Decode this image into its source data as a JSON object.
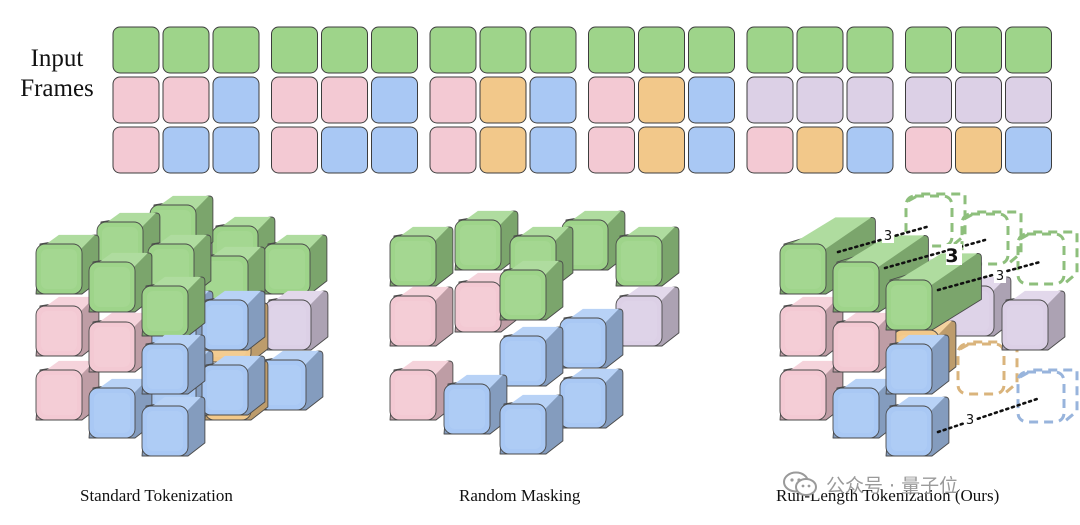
{
  "input_frames": {
    "label_line1": "Input",
    "label_line2": "Frames",
    "colors": {
      "green": "#9ed48a",
      "pink": "#f3c9d3",
      "blue": "#a9c8f4",
      "orange": "#f2c88a",
      "purple": "#dcd0e6"
    },
    "frames": [
      [
        [
          "green",
          "green",
          "green"
        ],
        [
          "pink",
          "pink",
          "blue"
        ],
        [
          "pink",
          "blue",
          "blue"
        ]
      ],
      [
        [
          "green",
          "green",
          "green"
        ],
        [
          "pink",
          "pink",
          "blue"
        ],
        [
          "pink",
          "blue",
          "blue"
        ]
      ],
      [
        [
          "green",
          "green",
          "green"
        ],
        [
          "pink",
          "orange",
          "blue"
        ],
        [
          "pink",
          "orange",
          "blue"
        ]
      ],
      [
        [
          "green",
          "green",
          "green"
        ],
        [
          "pink",
          "orange",
          "blue"
        ],
        [
          "pink",
          "orange",
          "blue"
        ]
      ],
      [
        [
          "green",
          "green",
          "green"
        ],
        [
          "purple",
          "purple",
          "purple"
        ],
        [
          "pink",
          "orange",
          "blue"
        ]
      ],
      [
        [
          "green",
          "green",
          "green"
        ],
        [
          "purple",
          "purple",
          "purple"
        ],
        [
          "pink",
          "orange",
          "blue"
        ]
      ]
    ]
  },
  "captions": {
    "standard": "Standard Tokenization",
    "random": "Random Masking",
    "runlength": "Run-Length Tokenization (Ours)"
  },
  "run_length_counts": [
    "3",
    "3",
    "3",
    "3"
  ],
  "watermark": {
    "text": "公众号 · 量子位",
    "icon": "wechat-icon"
  }
}
